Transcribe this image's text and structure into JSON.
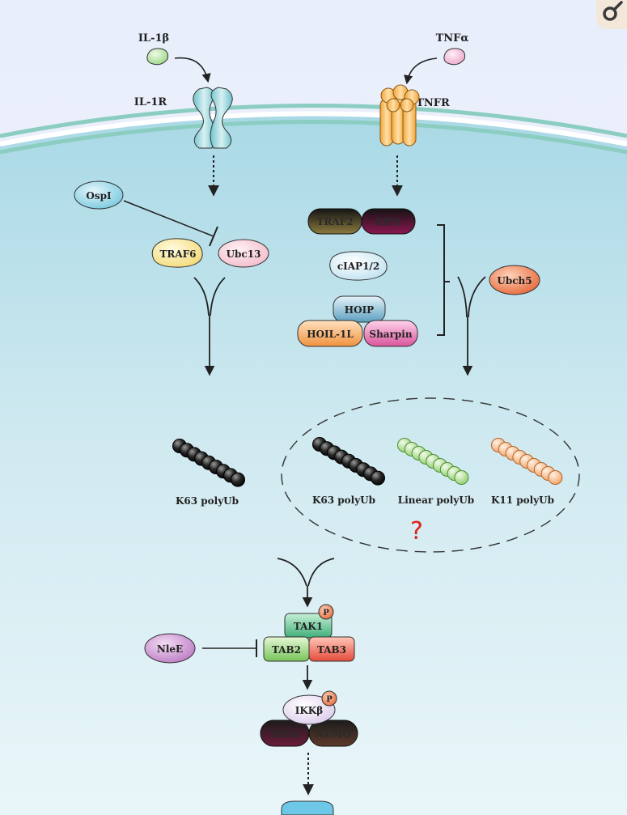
{
  "ligands": {
    "il1b": "IL-1β",
    "tnfa": "TNFα"
  },
  "receptors": {
    "il1r": "IL-1R",
    "tnfr": "TNFR"
  },
  "left_path": {
    "inhibitor": "OspI",
    "traf6": "TRAF6",
    "ubc13": "Ubc13",
    "product": "K63 polyUb"
  },
  "right_path": {
    "traf2": "TRAF2",
    "rip1": "RIP1",
    "ciap": "cIAP1/2",
    "hoip": "HOIP",
    "hoil": "HOIL-1L",
    "sharpin": "Sharpin",
    "ubch5": "Ubch5",
    "products": [
      "K63 polyUb",
      "Linear polyUb",
      "K11 polyUb"
    ],
    "uncertain_mark": "?"
  },
  "tak_complex": {
    "tak1": "TAK1",
    "tab2": "TAB2",
    "tab3": "TAB3",
    "phospho": "P",
    "inhibitor": "NleE"
  },
  "ikk_complex": {
    "ikkb": "IKKβ",
    "ikka": "IKKα",
    "nemo": "NEMO",
    "phospho": "P"
  },
  "colors": {
    "cytoplasm": "#cfe9f0",
    "extracellular_top": "#e6ecf8",
    "membrane": "#86c9bf",
    "k63_chain": "#1a1a1a",
    "linear_chain": "#a9d88a",
    "k11_chain": "#f6b27a",
    "question": "#e02020"
  }
}
